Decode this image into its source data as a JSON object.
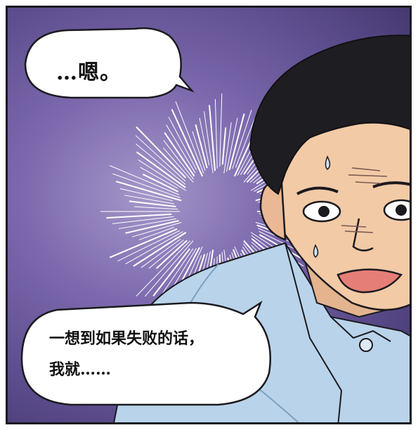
{
  "speech_bubbles": [
    {
      "lines": [
        "…嗯。"
      ]
    },
    {
      "lines": [
        "一想到如果失败的话，",
        "我就……"
      ]
    }
  ],
  "colors": {
    "background_purple": "#6b5a9e",
    "shirt_blue": "#b9d4ea",
    "skin": "#f2caa6",
    "hair": "#1e1d22",
    "bubble_fill": "#ffffff",
    "ink": "#111111"
  }
}
